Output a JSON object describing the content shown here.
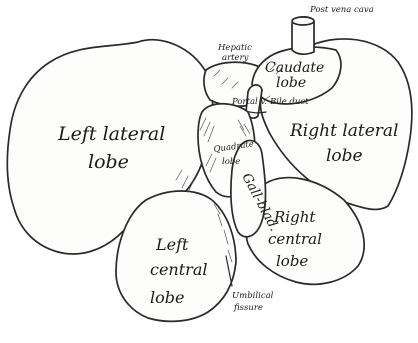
{
  "labels": {
    "post_vena_cava": "Post vena cava",
    "hepatic_a": "Hepatic",
    "hepatic_b": "artery",
    "caudate_a": "Caudate",
    "caudate_b": "lobe",
    "portal_v": "Portal v.",
    "bile_duct": "Bile duct",
    "left_lateral_a": "Left lateral",
    "left_lateral_b": "lobe",
    "right_lateral_a": "Right lateral",
    "right_lateral_b": "lobe",
    "quadrate_a": "Quadrate",
    "quadrate_b": "lobe",
    "gall_bladder": "Gall-blad.",
    "right_central_a": "Right",
    "right_central_b": "central",
    "right_central_c": "lobe",
    "left_central_a": "Left",
    "left_central_b": "central",
    "left_central_c": "lobe",
    "umbilical_a": "Umbilical",
    "umbilical_b": "fissure"
  }
}
